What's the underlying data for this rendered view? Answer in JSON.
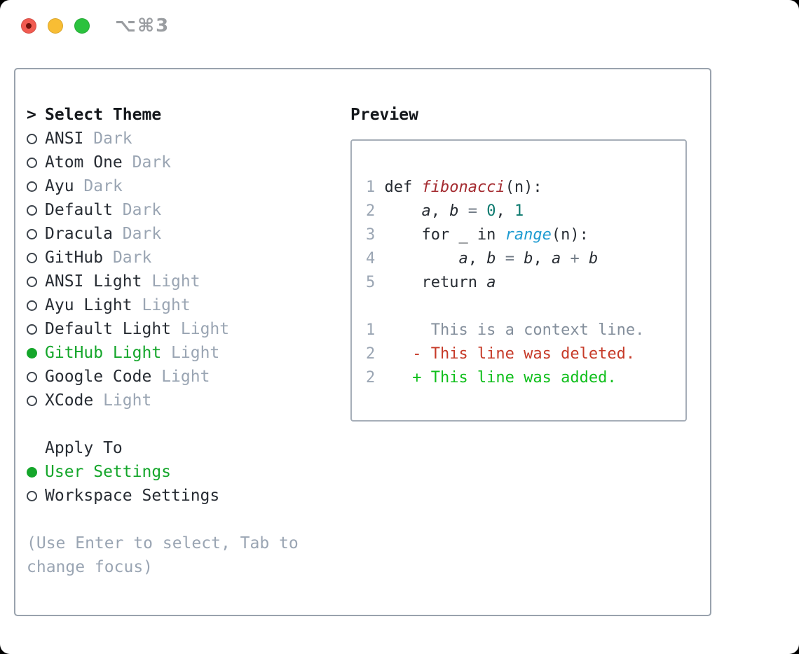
{
  "window": {
    "shortcut": "⌥⌘3"
  },
  "theme_picker": {
    "prompt": ">",
    "title": "Select Theme",
    "items": [
      {
        "name": "ANSI",
        "variant": "Dark",
        "selected": false
      },
      {
        "name": "Atom One",
        "variant": "Dark",
        "selected": false
      },
      {
        "name": "Ayu",
        "variant": "Dark",
        "selected": false
      },
      {
        "name": "Default",
        "variant": "Dark",
        "selected": false
      },
      {
        "name": "Dracula",
        "variant": "Dark",
        "selected": false
      },
      {
        "name": "GitHub",
        "variant": "Dark",
        "selected": false
      },
      {
        "name": "ANSI Light",
        "variant": "Light",
        "selected": false
      },
      {
        "name": "Ayu Light",
        "variant": "Light",
        "selected": false
      },
      {
        "name": "Default Light",
        "variant": "Light",
        "selected": false
      },
      {
        "name": "GitHub Light",
        "variant": "Light",
        "selected": true
      },
      {
        "name": "Google Code",
        "variant": "Light",
        "selected": false
      },
      {
        "name": "XCode",
        "variant": "Light",
        "selected": false
      }
    ]
  },
  "apply_to": {
    "title": "Apply To",
    "options": [
      {
        "label": "User Settings",
        "selected": true
      },
      {
        "label": "Workspace Settings",
        "selected": false
      }
    ]
  },
  "hint": "(Use Enter to select, Tab to change focus)",
  "preview": {
    "title": "Preview",
    "code": [
      {
        "num": "1",
        "t0": "def ",
        "t1": "fibonacci",
        "t2": "(n):"
      },
      {
        "num": "2",
        "t0": "    ",
        "t1": "a",
        "t2": ", ",
        "t3": "b",
        "t4": " ",
        "t5": "=",
        "t6": " ",
        "t7": "0",
        "t8": ", ",
        "t9": "1"
      },
      {
        "num": "3",
        "t0": "    for _ in ",
        "t1": "range",
        "t2": "(n):"
      },
      {
        "num": "4",
        "t0": "        ",
        "t1": "a",
        "t2": ", ",
        "t3": "b",
        "t4": " ",
        "t5": "=",
        "t6": " ",
        "t7": "b",
        "t8": ", ",
        "t9": "a",
        "t10": " ",
        "t11": "+",
        "t12": " ",
        "t13": "b"
      },
      {
        "num": "5",
        "t0": "    return ",
        "t1": "a"
      }
    ],
    "diff": [
      {
        "num": "1",
        "text": "     This is a context line."
      },
      {
        "num": "2",
        "text": "   - This line was deleted."
      },
      {
        "num": "2",
        "text": "   + This line was added."
      }
    ]
  },
  "colors": {
    "selection_green": "#15a62b",
    "added_green": "#10bf1c",
    "deleted_red": "#c63a28",
    "function_red": "#a42b30",
    "number_teal": "#0d7a6f",
    "builtin_blue": "#1e9bd1",
    "muted_gray": "#9aa5b3",
    "text_dark": "#272c33",
    "border_gray": "#99a2ad",
    "traffic_close": "#f15b51",
    "traffic_min": "#f8bd34",
    "traffic_max": "#2bc23e"
  }
}
